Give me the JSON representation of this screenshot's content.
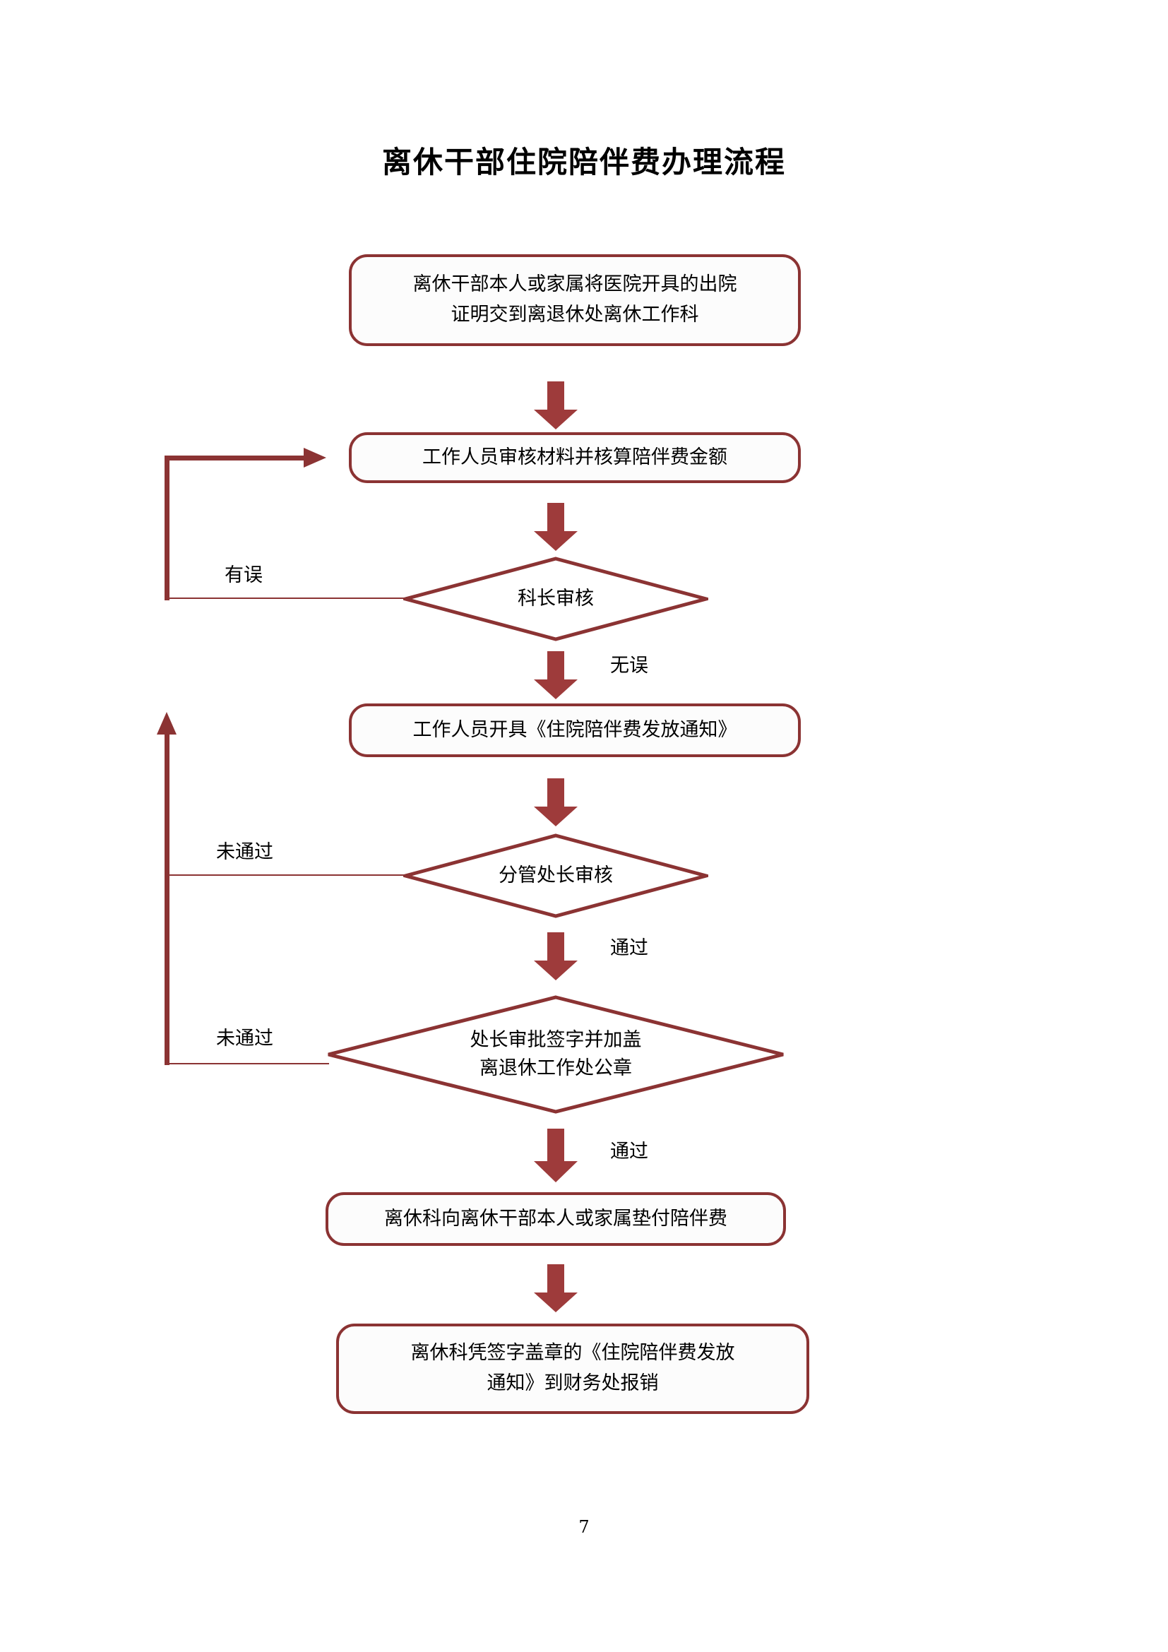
{
  "document": {
    "title": "离休干部住院陪伴费办理流程",
    "page_number": "7"
  },
  "theme": {
    "outline_color": "#8B3333",
    "arrow_fill": "#9E3B3B",
    "text_color": "#000000",
    "background": "#ffffff"
  },
  "flow": {
    "nodes": [
      {
        "id": "node-submit-discharge-certificate",
        "type": "process",
        "label": "离休干部本人或家属将医院开具的出院\n证明交到离退休处离休工作科"
      },
      {
        "id": "node-staff-review-and-calculate",
        "type": "process",
        "label": "工作人员审核材料并核算陪伴费金额"
      },
      {
        "id": "node-section-chief-review",
        "type": "decision",
        "label": "科长审核"
      },
      {
        "id": "node-issue-payment-notice",
        "type": "process",
        "label": "工作人员开具《住院陪伴费发放通知》"
      },
      {
        "id": "node-deputy-director-review",
        "type": "decision",
        "label": "分管处长审核"
      },
      {
        "id": "node-director-sign-and-seal",
        "type": "decision",
        "label": "处长审批签字并加盖\n离退休工作处公章"
      },
      {
        "id": "node-advance-companion-fee",
        "type": "process",
        "label": "离休科向离休干部本人或家属垫付陪伴费"
      },
      {
        "id": "node-reimburse-at-finance",
        "type": "process",
        "label": "离休科凭签字盖章的《住院陪伴费发放\n通知》到财务处报销"
      }
    ],
    "edge_labels": {
      "chief_reject": "有误",
      "chief_pass": "无误",
      "deputy_reject": "未通过",
      "deputy_pass": "通过",
      "director_reject": "未通过",
      "director_pass": "通过"
    }
  }
}
